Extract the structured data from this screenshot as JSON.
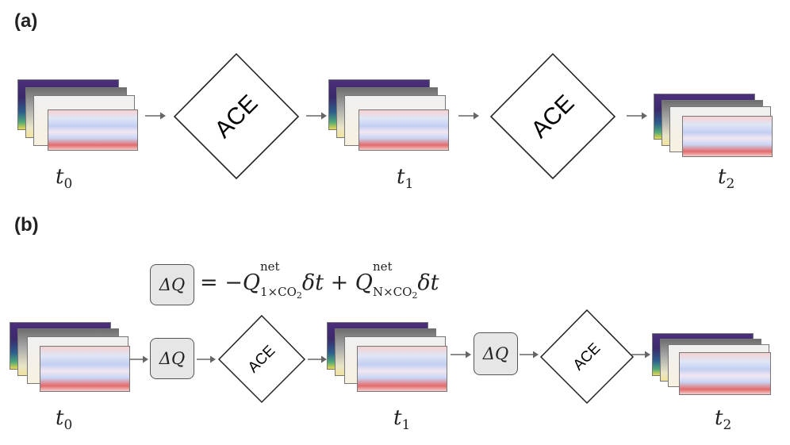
{
  "panels": {
    "a": {
      "label": "(a)",
      "model_labels": [
        "ACE",
        "ACE"
      ],
      "time_labels": [
        {
          "base": "t",
          "sub": "0"
        },
        {
          "base": "t",
          "sub": "1"
        },
        {
          "base": "t",
          "sub": "2"
        }
      ]
    },
    "b": {
      "label": "(b)",
      "model_labels": [
        "ACE",
        "ACE"
      ],
      "forcing_box_labels": [
        "ΔQ",
        "ΔQ"
      ],
      "equation": {
        "box_label": "ΔQ",
        "equals": "=",
        "term1_sign": "−",
        "term1_symbol": "Q",
        "term1_sup": "net",
        "term1_sub": "1×CO",
        "term1_subsub": "2",
        "term1_delta": "δt",
        "plus": "+",
        "term2_symbol": "Q",
        "term2_sup": "net",
        "term2_sub": "N×CO",
        "term2_subsub": "2",
        "term2_delta": "δt"
      },
      "time_labels": [
        {
          "base": "t",
          "sub": "0"
        },
        {
          "base": "t",
          "sub": "1"
        },
        {
          "base": "t",
          "sub": "2"
        }
      ]
    }
  },
  "colors": {
    "arrow": "#666666",
    "diamond_stroke": "#222222",
    "box_fill": "#e6e6e6",
    "map_red": "#d7302b",
    "map_blue": "#4a6fd1",
    "map_purple": "#3b2a6b",
    "map_yellow": "#e8d84a"
  },
  "icons": {
    "state_stack": "climate-field-maps-stack-icon",
    "model": "diamond-model-icon",
    "forcing": "delta-q-box-icon"
  }
}
